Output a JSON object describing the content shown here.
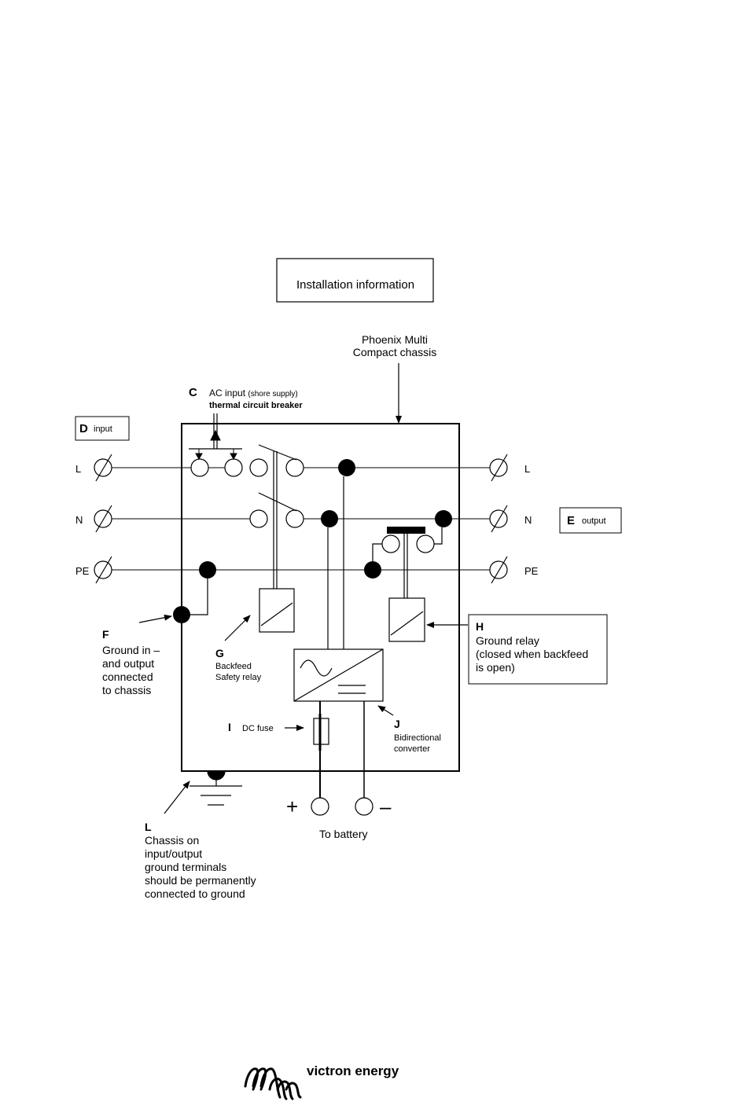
{
  "title": "Installation information",
  "chassis_label": {
    "line1": "Phoenix Multi",
    "line2": "Compact chassis"
  },
  "C": {
    "letter": "C",
    "line1_bold": "AC input",
    "line1_rest": "(shore supply)",
    "line2": "thermal circuit breaker"
  },
  "D": {
    "letter": "D",
    "text": "input"
  },
  "E": {
    "letter": "E",
    "text": "output"
  },
  "terminals_left": [
    "L",
    "N",
    "PE"
  ],
  "terminals_right": [
    "L",
    "N",
    "PE"
  ],
  "F": {
    "letter": "F",
    "lines": [
      "Ground in –",
      "and output",
      "connected",
      "to chassis"
    ]
  },
  "G": {
    "letter": "G",
    "lines": [
      "Backfeed",
      "Safety relay"
    ]
  },
  "H": {
    "letter": "H",
    "lines": [
      "Ground relay",
      "(closed when backfeed",
      "is open)"
    ]
  },
  "I": {
    "letter": "I",
    "text": "DC fuse"
  },
  "J": {
    "letter": "J",
    "lines": [
      "Bidirectional",
      "converter"
    ]
  },
  "L": {
    "letter": "L",
    "lines": [
      "Chassis on",
      "input/output",
      "ground terminals",
      "should be permanently",
      "connected to ground"
    ]
  },
  "battery": {
    "plus": "+",
    "minus": "–",
    "label": "To battery"
  },
  "logo_text": "victron energy"
}
